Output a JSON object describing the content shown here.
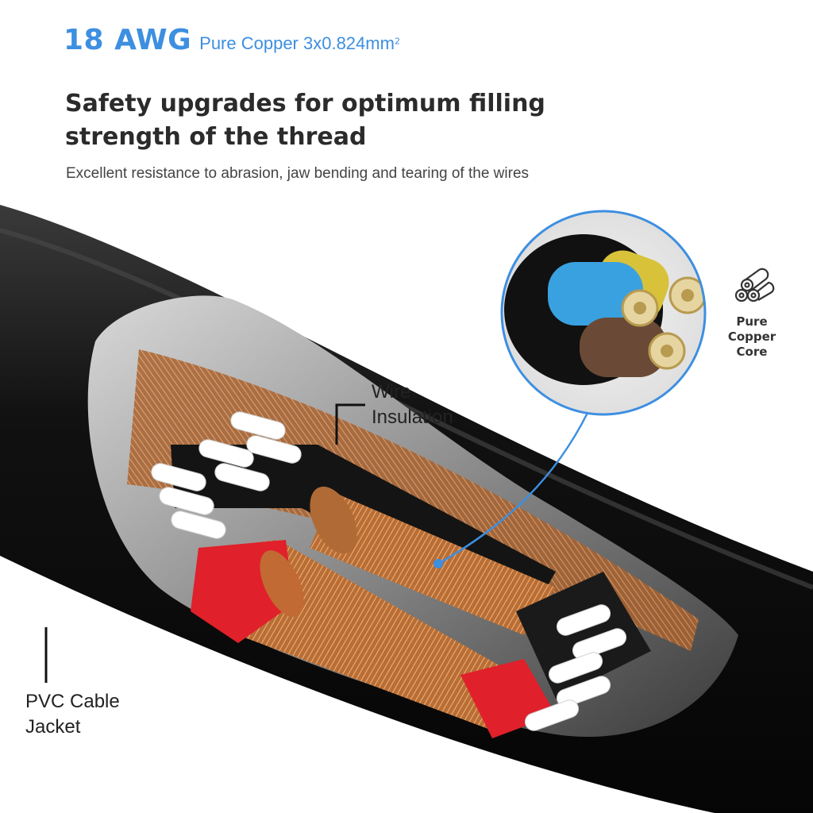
{
  "header": {
    "gauge": "18 AWG",
    "spec": "Pure Copper 3x0.824mm",
    "spec_sup": "2",
    "headline": "Safety upgrades for optimum filling strength of the thread",
    "subtext": "Excellent resistance to abrasion, jaw bending and tearing of the wires"
  },
  "callouts": {
    "wire_insulation": [
      "Wire",
      "Insulation"
    ],
    "pvc_jacket": [
      "PVC Cable",
      "Jacket"
    ],
    "copper_core": [
      "Pure",
      "Copper",
      "Core"
    ]
  },
  "icons": {
    "copper_core_icon": "wire-bundle-icon"
  },
  "colors": {
    "accent": "#3d8fe0",
    "jacket": "#0d0d0d",
    "copper": "#c98a4a",
    "red": "#e0202a",
    "blue_wire": "#3aa1e0",
    "yellow_wire": "#d8c23a",
    "brown_wire": "#6a4a36"
  }
}
